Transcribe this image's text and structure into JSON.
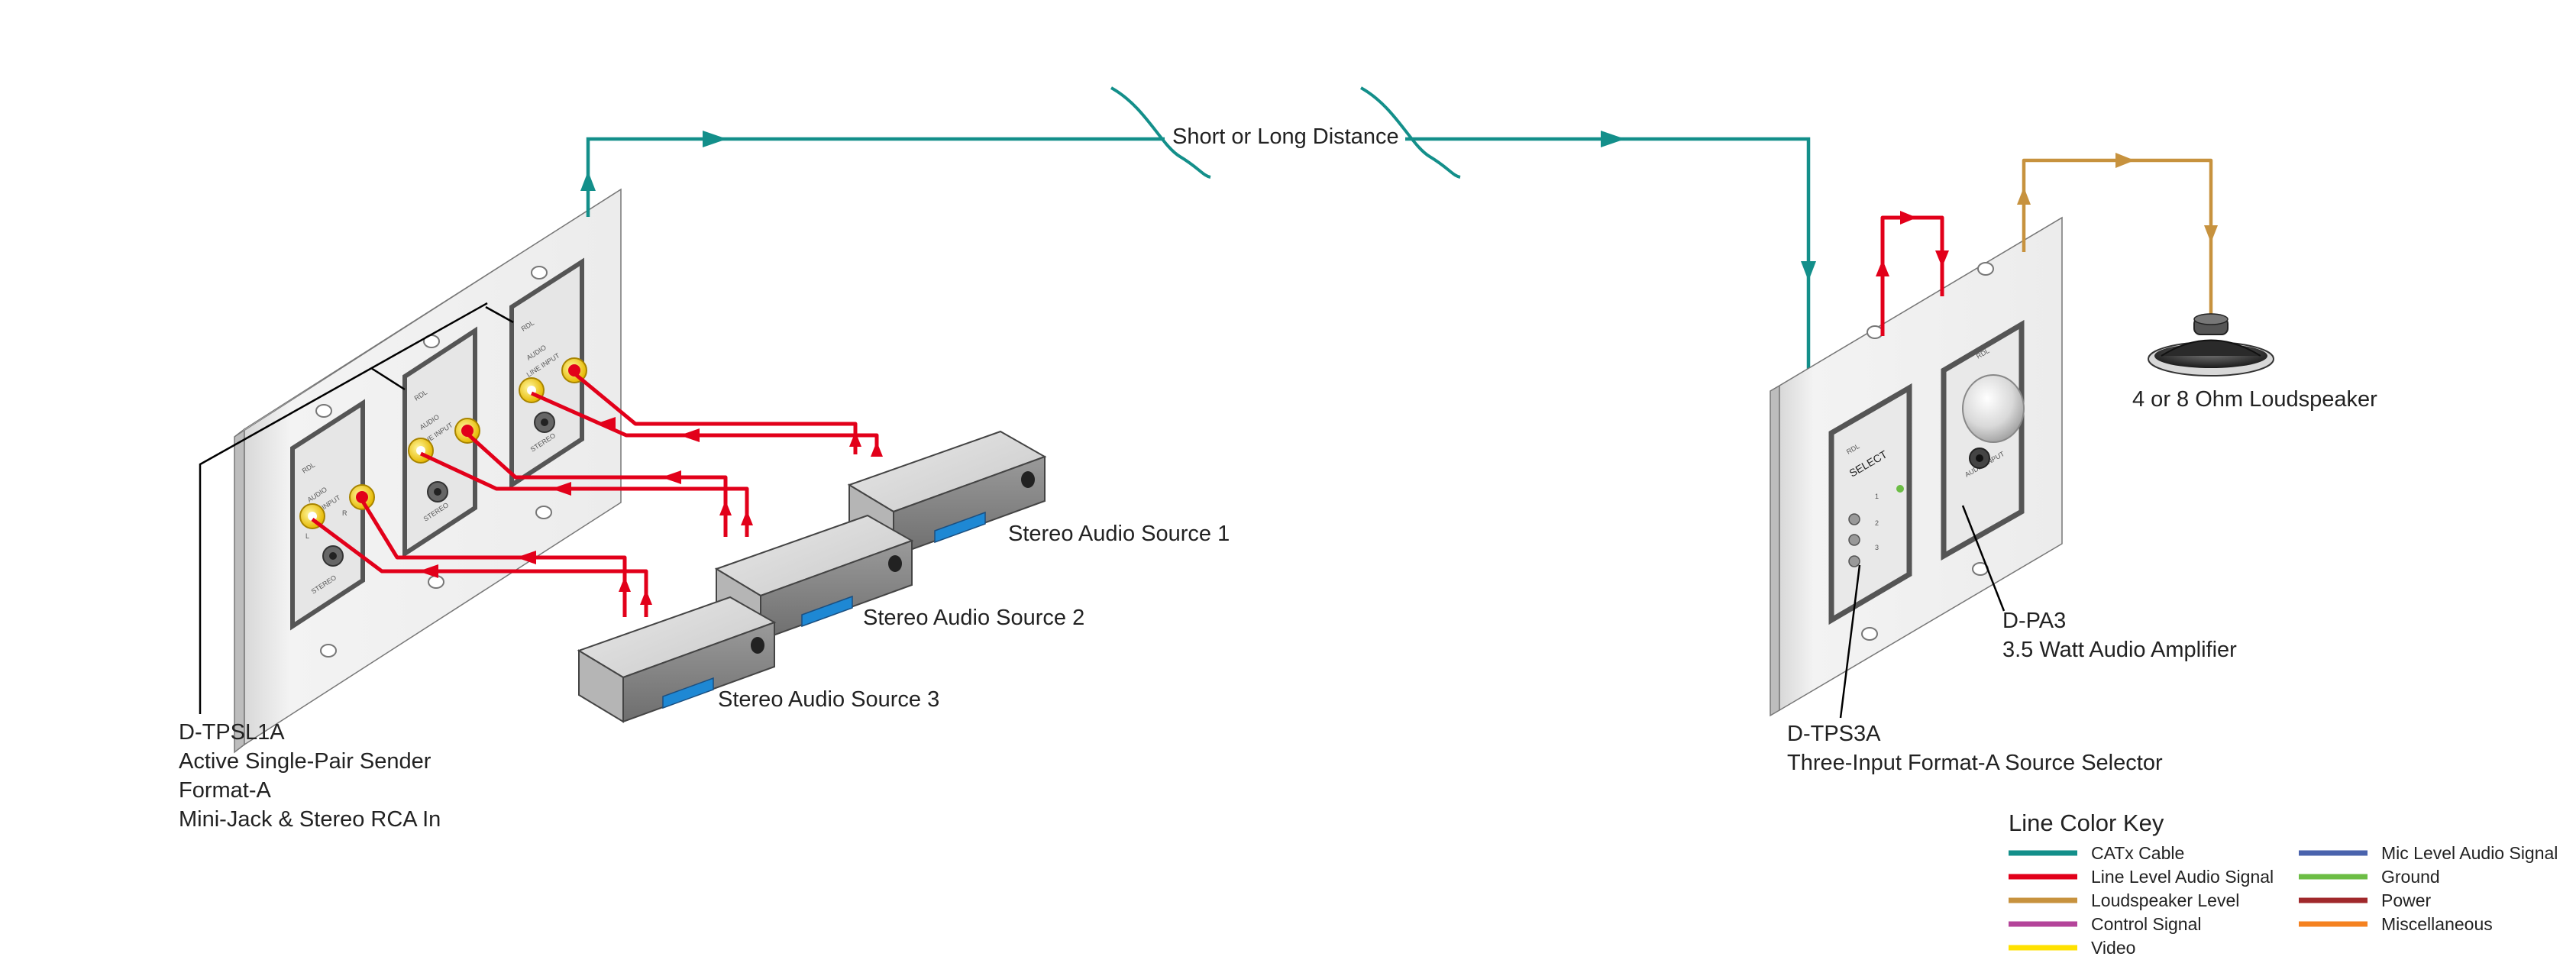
{
  "link_label": "Short or Long Distance",
  "sources": [
    "Stereo Audio Source 1",
    "Stereo Audio Source 2",
    "Stereo Audio Source 3"
  ],
  "sender": {
    "line1": "D-TPSL1A",
    "line2": "Active Single-Pair Sender",
    "line3": "Format-A",
    "line4": "Mini-Jack & Stereo RCA In"
  },
  "selector": {
    "line1": "D-TPS3A",
    "line2": "Three-Input Format-A Source Selector"
  },
  "amplifier": {
    "line1": "D-PA3",
    "line2": "3.5 Watt Audio Amplifier"
  },
  "loudspeaker": "4 or 8 Ohm Loudspeaker",
  "key": {
    "title": "Line Color Key",
    "items": [
      {
        "label": "CATx Cable",
        "color": "#138f8a"
      },
      {
        "label": "Line Level Audio Signal",
        "color": "#e2001a"
      },
      {
        "label": "Loudspeaker Level",
        "color": "#c7923e"
      },
      {
        "label": "Control Signal",
        "color": "#b4449a"
      },
      {
        "label": "Video",
        "color": "#ffe100"
      },
      {
        "label": "Mic Level Audio Signal",
        "color": "#4a63ad"
      },
      {
        "label": "Ground",
        "color": "#6cbd45"
      },
      {
        "label": "Power",
        "color": "#a0282b"
      },
      {
        "label": "Miscellaneous",
        "color": "#f58220"
      }
    ]
  },
  "panel_text": {
    "rdl": "RDL",
    "audio": "AUDIO",
    "line_input": "LINE INPUT",
    "stereo": "STEREO",
    "l": "L",
    "r": "R",
    "select": "SELECT",
    "n1": "1",
    "n2": "2",
    "n3": "3",
    "audio_input": "AUDIO INPUT"
  }
}
